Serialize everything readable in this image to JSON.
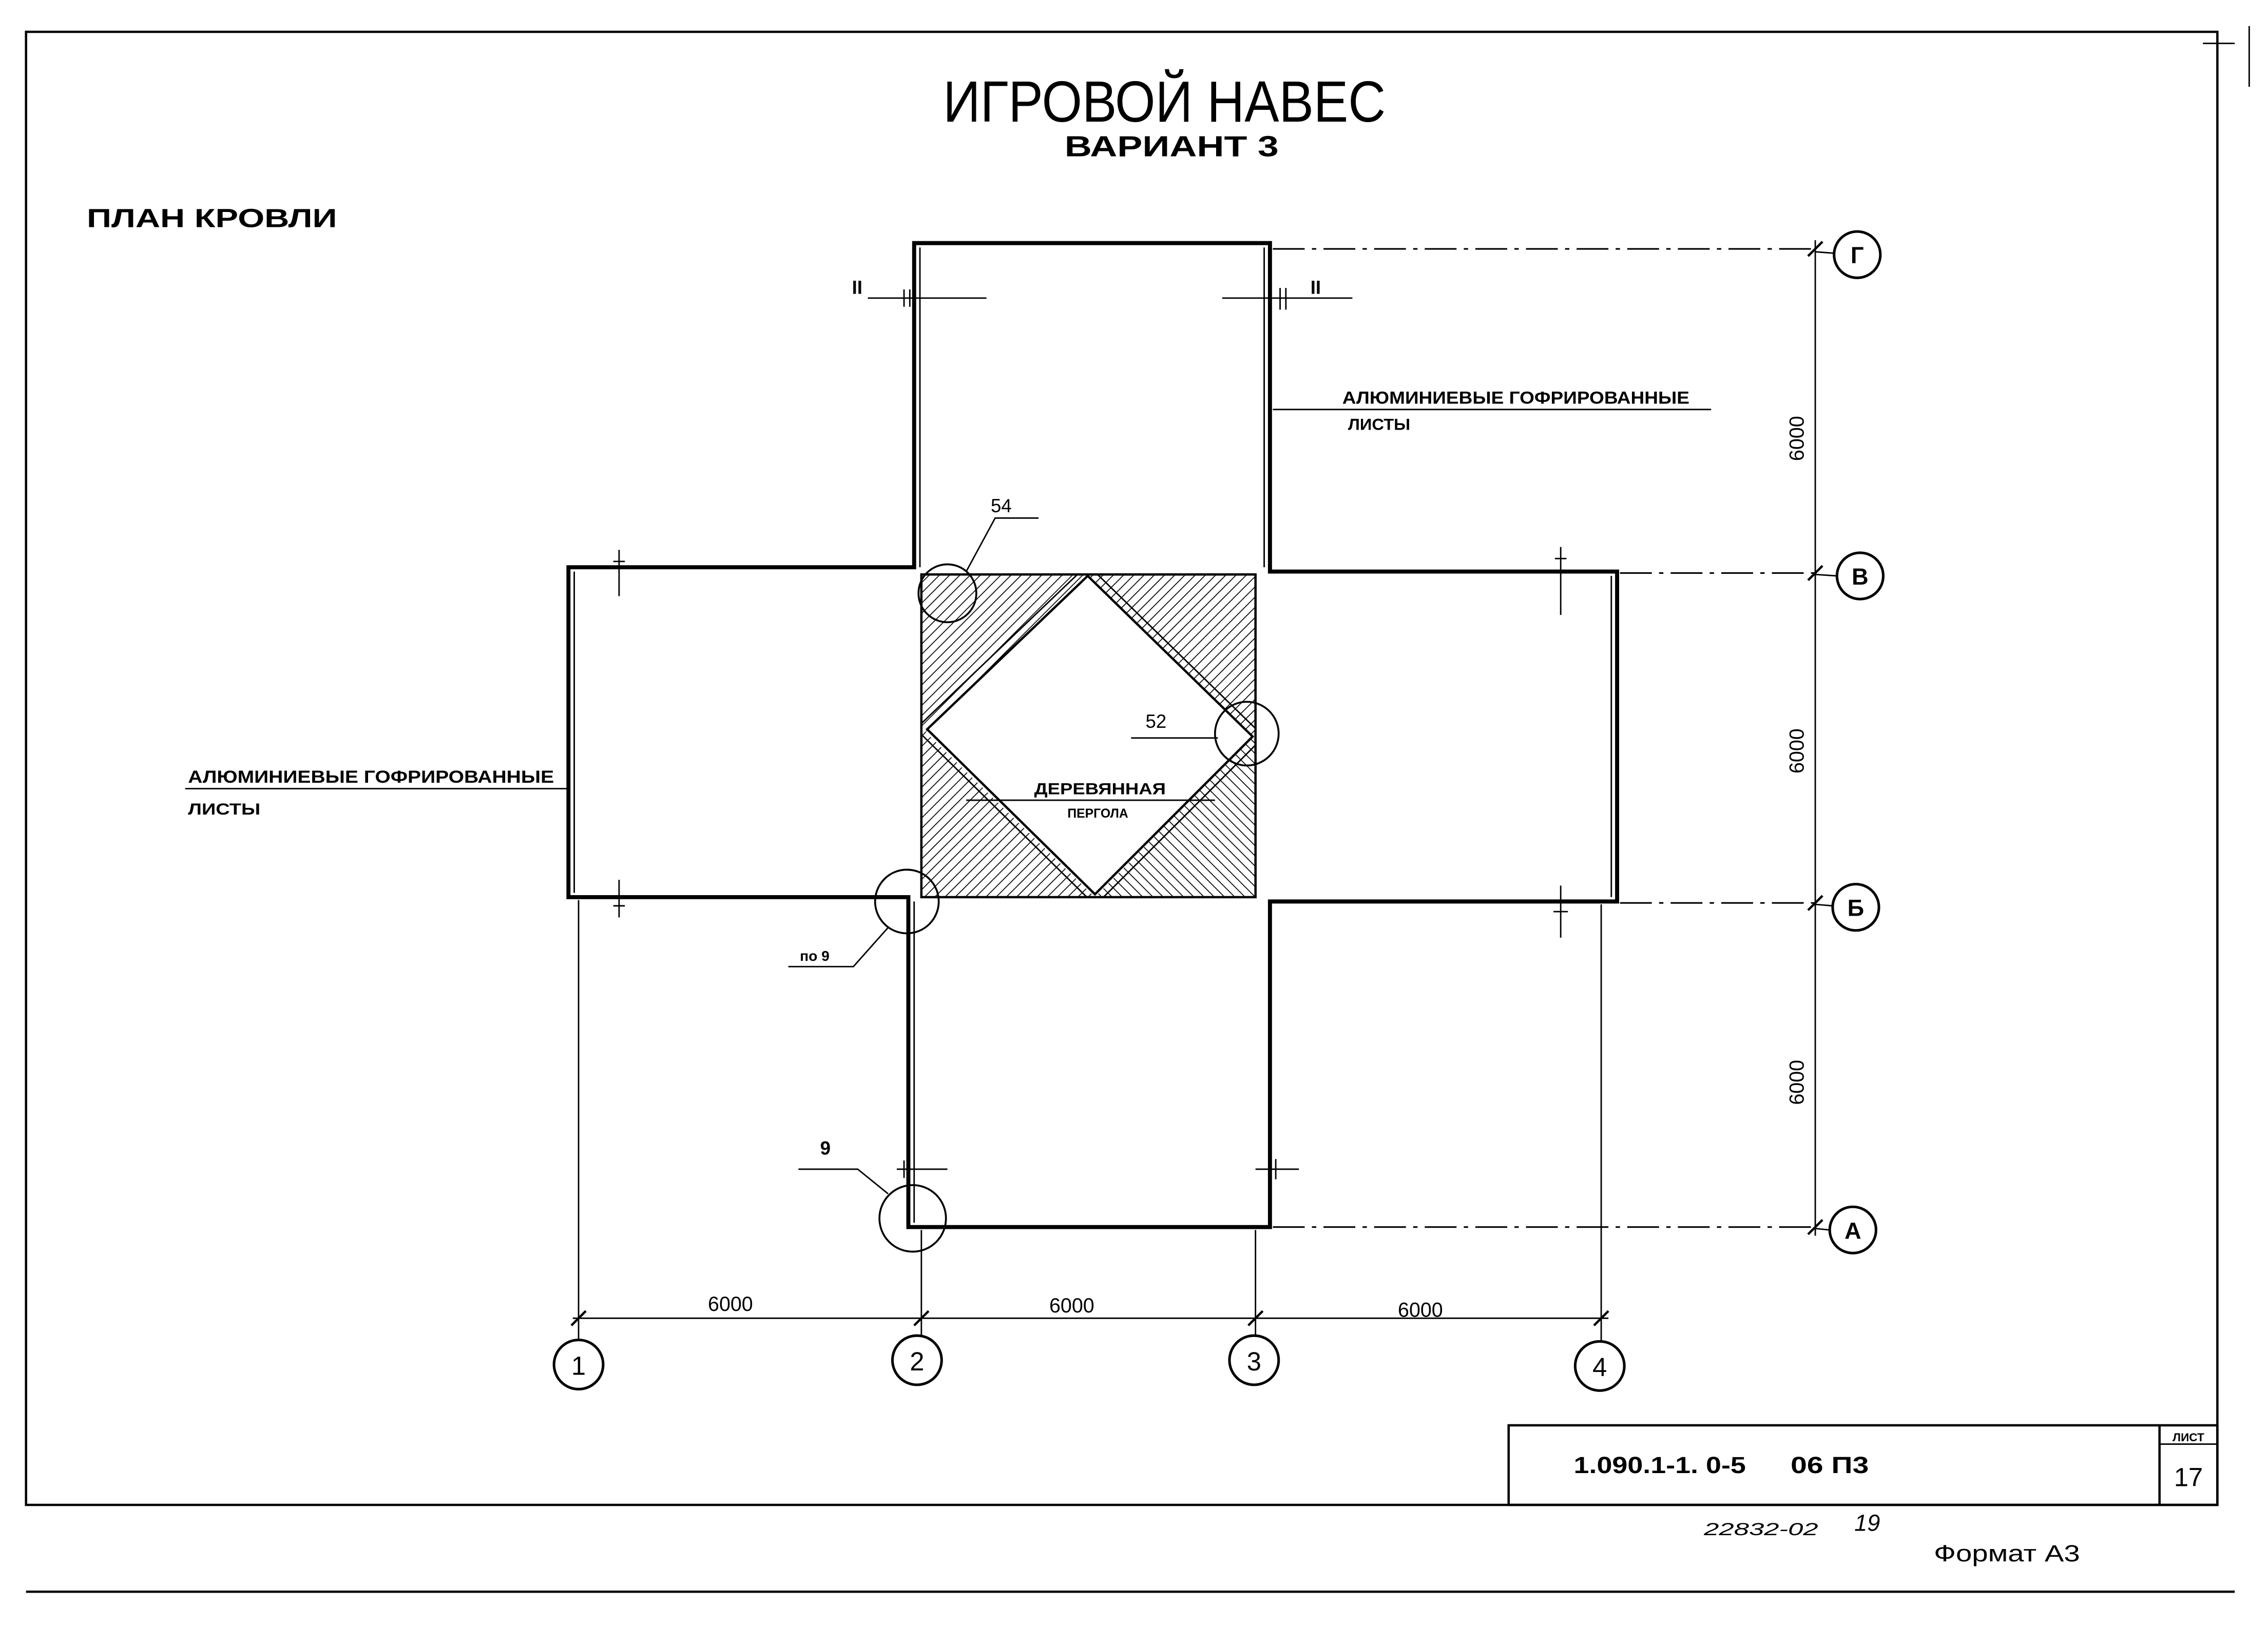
{
  "title": "ИГРОВОЙ НАВЕС",
  "subtitle": "ВАРИАНТ 3",
  "plan_title": "ПЛАН КРОВЛИ",
  "labels": {
    "roofing_top": {
      "line1": "АЛЮМИНИЕВЫЕ ГОФРИРОВАННЫЕ",
      "line2": "ЛИСТЫ"
    },
    "roofing_left": {
      "line1": "АЛЮМИНИЕВЫЕ ГОФРИРОВАННЫЕ",
      "line2": "ЛИСТЫ"
    },
    "pergola": {
      "line1": "ДЕРЕВЯННАЯ",
      "line2": "ПЕРГОЛА"
    }
  },
  "callouts": {
    "detail_54": "54",
    "detail_52": "52",
    "detail_po9": "по 9",
    "detail_9": "9"
  },
  "section_marks": [
    "II",
    "II"
  ],
  "dimensions": {
    "horizontal": [
      "6000",
      "6000",
      "6000"
    ],
    "vertical": [
      "6000",
      "6000",
      "6000"
    ]
  },
  "axes": {
    "numeric": [
      "1",
      "2",
      "3",
      "4"
    ],
    "letters": {
      "top": "Г",
      "upper": "В",
      "lower": "Б",
      "bottom": "А"
    }
  },
  "title_block": {
    "code": "1.090.1-1. 0-5",
    "doc": "06 П3",
    "sheet_label": "ЛИСТ",
    "sheet_no": "17"
  },
  "footer": {
    "inventory": "22832-02",
    "inventory_no": "19",
    "format": "Формат А3"
  },
  "colors": {
    "ink": "#000000",
    "paper": "#ffffff"
  }
}
